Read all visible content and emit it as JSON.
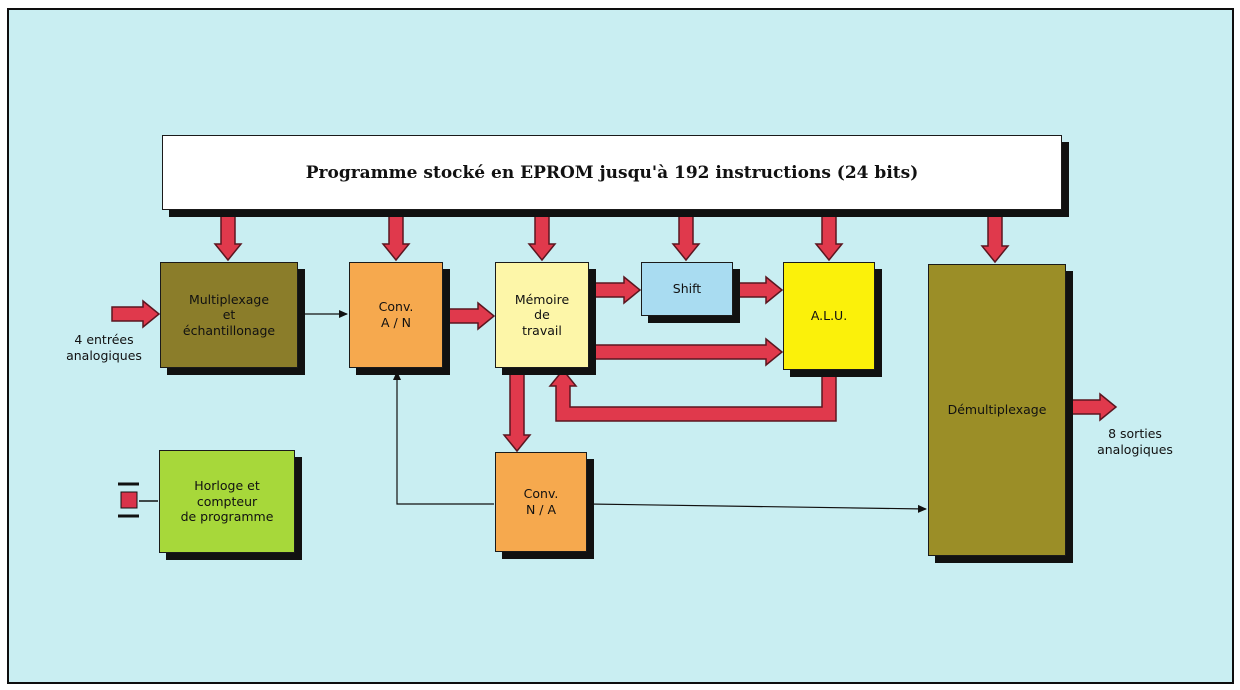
{
  "program_box": {
    "label": "Programme stocké en EPROM jusqu'à 192 instructions (24 bits)"
  },
  "blocks": {
    "multiplexage": {
      "label": "Multiplexage\net\néchantillonage",
      "color": "#8b7d2a"
    },
    "conv_an": {
      "label": "Conv.\nA / N",
      "color": "#f6a94e"
    },
    "memoire": {
      "label": "Mémoire\nde\ntravail",
      "color": "#fdf6a8"
    },
    "shift": {
      "label": "Shift",
      "color": "#a9dcf1"
    },
    "alu": {
      "label": "A.L.U.",
      "color": "#fbf10a"
    },
    "demultiplexage": {
      "label": "Démultiplexage",
      "color": "#9b8e27"
    },
    "horloge": {
      "label": "Horloge et\ncompteur\nde programme",
      "color": "#a7d83a"
    },
    "conv_na": {
      "label": "Conv.\nN / A",
      "color": "#f6a94e"
    }
  },
  "io_labels": {
    "inputs": "4 entrées\nanalogiques",
    "outputs": "8 sorties\nanalogiques"
  },
  "colors": {
    "background": "#c9eef2",
    "arrow_fill": "#e0394c",
    "arrow_outline": "#5b1620"
  }
}
